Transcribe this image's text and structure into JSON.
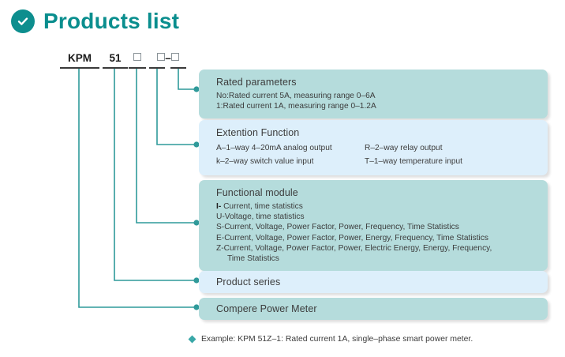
{
  "header": {
    "title": "Products list",
    "icon": "check-circle-icon"
  },
  "colors": {
    "brand_teal": "#0a8e8e",
    "card_teal": "#b5dcdc",
    "card_blue": "#ddeffb",
    "connector": "#2f9a9a",
    "text": "#3c3c3c"
  },
  "product_code": {
    "segments": [
      {
        "label": "KPM",
        "type": "text"
      },
      {
        "label": "51",
        "type": "text"
      },
      {
        "label": "□",
        "type": "box"
      },
      {
        "label": "□–□",
        "type": "box-dash-box"
      }
    ],
    "full": "KPM 51 □ □–□"
  },
  "cards": [
    {
      "id": "rated-parameters",
      "style": "teal",
      "heading": "Rated parameters",
      "lines": [
        "No:Rated current 5A, measuring range 0–6A",
        "1:Rated current 1A, measuring range 0–1.2A"
      ]
    },
    {
      "id": "extention-function",
      "style": "blue",
      "heading": "Extention Function",
      "columns": [
        {
          "lines": [
            "A–1–way 4–20mA analog output",
            "k–2–way switch value input"
          ]
        },
        {
          "lines": [
            "R–2–way relay output",
            "T–1–way temperature input"
          ]
        }
      ]
    },
    {
      "id": "functional-module",
      "style": "teal",
      "heading": "Functional module",
      "items": [
        {
          "code": "I-",
          "rest": " Current, time statistics"
        },
        {
          "code": "U-",
          "rest": "Voltage, time statistics"
        },
        {
          "code": "S-",
          "rest": "Current, Voltage, Power Factor, Power, Frequency, Time Statistics"
        },
        {
          "code": "E-",
          "rest": "Current, Voltage, Power Factor, Power, Energy, Frequency, Time Statistics"
        },
        {
          "code": "Z-",
          "rest": "Current, Voltage, Power Factor, Power, Electric Energy, Energy, Frequency,"
        }
      ],
      "wrap_line": "Time Statistics"
    },
    {
      "id": "product-series",
      "style": "blue",
      "heading": "Product series"
    },
    {
      "id": "compere-power-meter",
      "style": "teal",
      "heading": "Compere  Power  Meter"
    }
  ],
  "footer": {
    "marker": "diamond-bullet-icon",
    "text": "Example: KPM 51Z–1: Rated current 1A, single–phase smart power meter."
  }
}
